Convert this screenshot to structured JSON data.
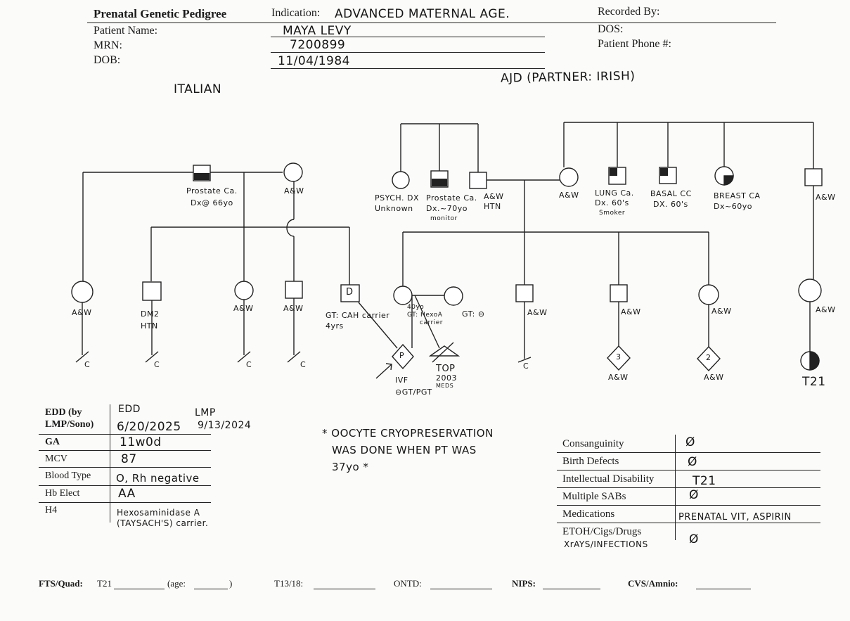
{
  "header": {
    "title": "Prenatal Genetic Pedigree",
    "indication_label": "Indication:",
    "indication_value": "ADVANCED MATERNAL AGE.",
    "recorded_by_label": "Recorded By:",
    "patient_name_label": "Patient Name:",
    "patient_name_value": "MAYA LEVY",
    "dos_label": "DOS:",
    "mrn_label": "MRN:",
    "mrn_value": "7200899",
    "phone_label": "Patient Phone #:",
    "dob_label": "DOB:",
    "dob_value": "11/04/1984"
  },
  "ancestry": {
    "maternal": "ITALIAN",
    "paternal": "AJD (PARTNER: IRISH)"
  },
  "pedigree": {
    "labels": {
      "gf_mat": [
        "Prostate Ca.",
        "Dx@ 66yo"
      ],
      "gm_mat": "A&W",
      "psych": [
        "PSYCH. DX",
        "Unknown"
      ],
      "prostate_pat": [
        "Prostate Ca.",
        "Dx.~70yo",
        "monitor"
      ],
      "gf_pat": [
        "A&W",
        "HTN"
      ],
      "gm_pat": "A&W",
      "lung": [
        "LUNG Ca.",
        "Dx. 60's",
        "Smoker"
      ],
      "basal": [
        "BASAL CC",
        "DX. 60's"
      ],
      "breast": [
        "BREAST CA",
        "Dx~60yo"
      ],
      "uncle_far": "A&W",
      "aunt1": "A&W",
      "uncle_dm": [
        "DM2",
        "HTN"
      ],
      "aunt2": "A&W",
      "uncle2": "A&W",
      "d_symbol": "D",
      "d_note": [
        "GT: CAH carrier",
        "4yrs"
      ],
      "patient_note": [
        "40yo",
        "GT: HexoA",
        "carrier"
      ],
      "partner_note": "GT: ⊖",
      "sib_pat1": "A&W",
      "sib_pat2": "A&W",
      "sib_pat3": "A&W",
      "cousin_right": "A&W",
      "c": "C",
      "p_symbol": "P",
      "ivf": [
        "IVF",
        "⊖GT/PGT"
      ],
      "top": [
        "TOP",
        "2003",
        "MEDS"
      ],
      "diamond3": "3",
      "diamond3_aw": "A&W",
      "diamond2": "2",
      "diamond2_aw": "A&W",
      "t21": "T21"
    }
  },
  "left_table": {
    "rows": [
      {
        "label": "EDD (by LMP/Sono)",
        "value": "6/20/2025"
      },
      {
        "label": "GA",
        "value": "11w0d"
      },
      {
        "label": "MCV",
        "value": "87"
      },
      {
        "label": "Blood Type",
        "value": "O, Rh negative"
      },
      {
        "label": "Hb Elect",
        "value": "AA"
      },
      {
        "label": "H4",
        "value": "Hexosaminidase A (TAYSACH'S) carrier."
      }
    ],
    "edd_caption": "EDD",
    "lmp_caption": "LMP",
    "lmp_value": "9/13/2024"
  },
  "note": [
    "* OOCYTE CRYOPRESERVATION",
    "WAS DONE WHEN PT WAS",
    "37yo *"
  ],
  "right_table": {
    "rows": [
      {
        "label": "Consanguinity",
        "value": "Ø"
      },
      {
        "label": "Birth Defects",
        "value": "Ø"
      },
      {
        "label": "Intellectual Disability",
        "value": "T21"
      },
      {
        "label": "Multiple SABs",
        "value": "Ø"
      },
      {
        "label": "Medications",
        "value": "PRENATAL VIT, ASPIRIN"
      },
      {
        "label": "ETOH/Cigs/Drugs",
        "value": "Ø"
      }
    ],
    "xrays": "XrAYS/INFECTIONS"
  },
  "footer": {
    "fts": "FTS/Quad:",
    "t21": "T21",
    "age": "(age:",
    "age_close": ")",
    "t13": "T13/18:",
    "ontd": "ONTD:",
    "nips": "NIPS:",
    "cvs": "CVS/Amnio:"
  }
}
